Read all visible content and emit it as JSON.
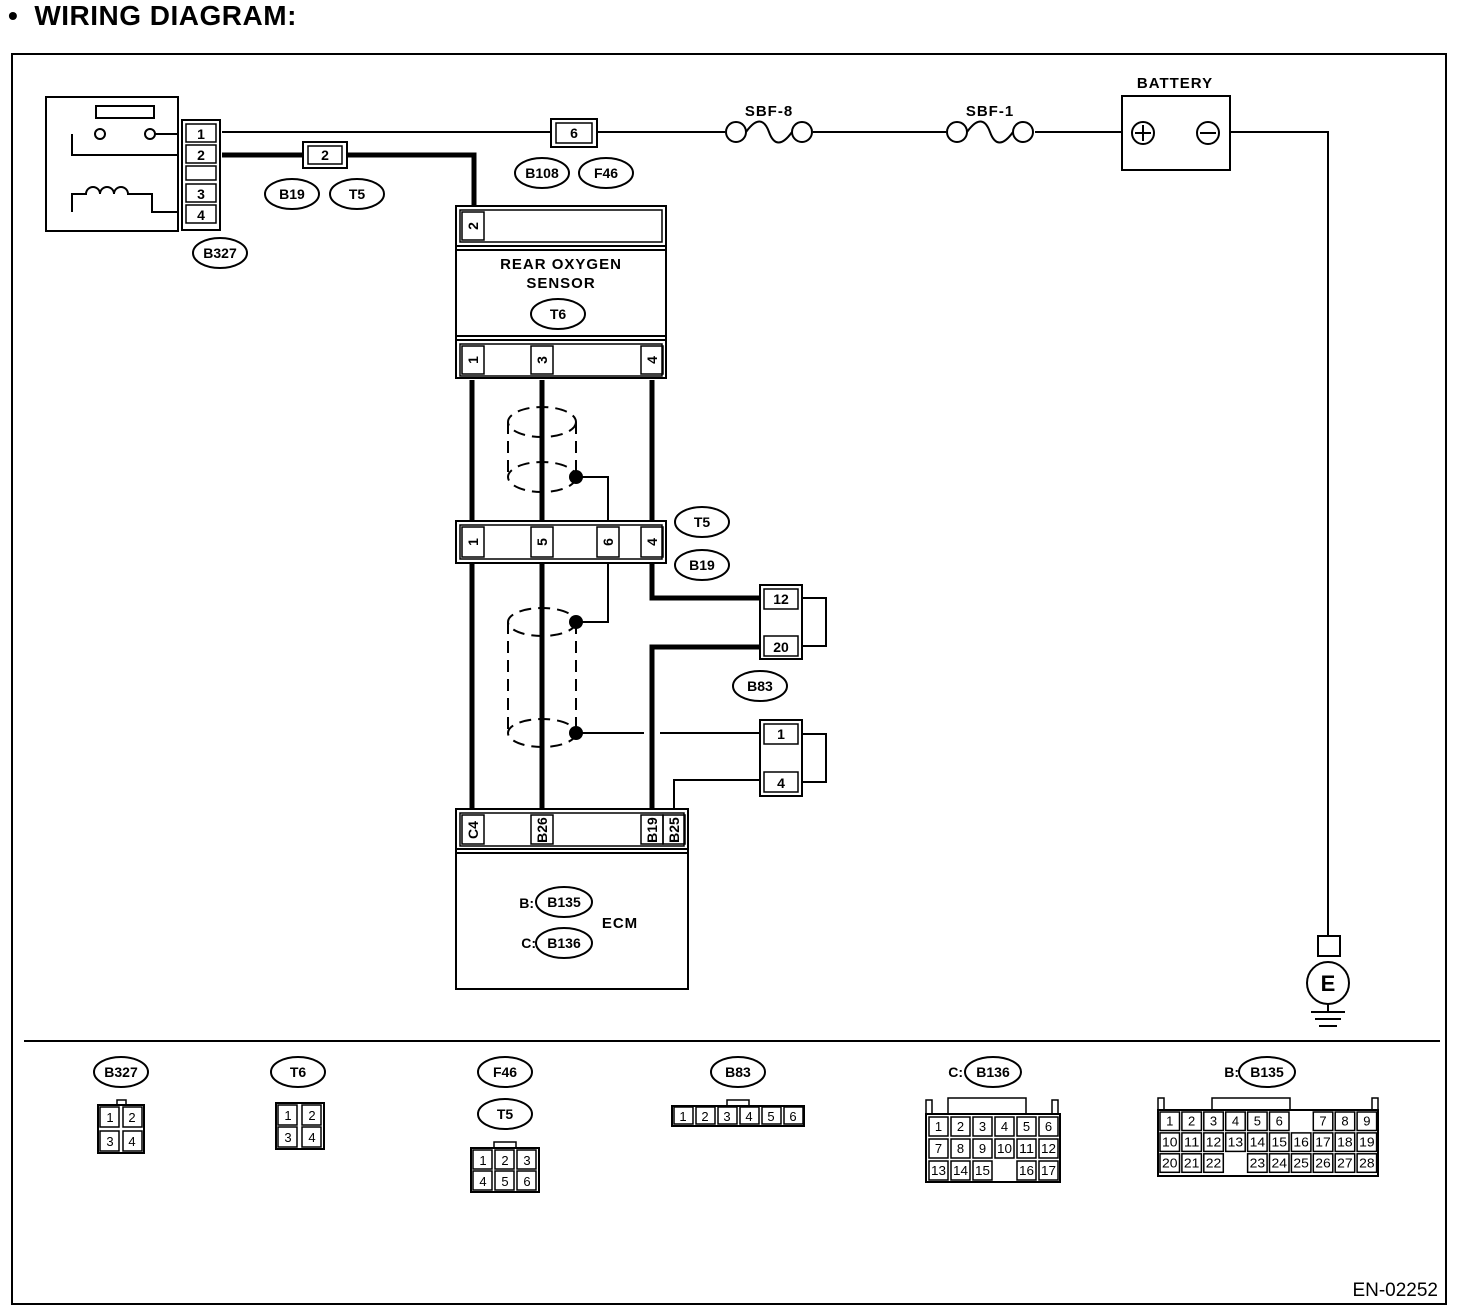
{
  "heading": {
    "bullet": "•",
    "title": "WIRING DIAGRAM:"
  },
  "figure_code": "EN-02252",
  "components": {
    "battery": "BATTERY",
    "fuse_1": "SBF-8",
    "fuse_2": "SBF-1",
    "sensor": [
      "REAR OXYGEN",
      "SENSOR"
    ],
    "ecm": "ECM",
    "ground": "E"
  },
  "connectors": {
    "relay": "B327",
    "relay_joint_a": "B19",
    "relay_joint_b": "T5",
    "fuse_joint_a": "B108",
    "fuse_joint_b": "F46",
    "sensor": "T6",
    "harness_a": "T5",
    "harness_b": "B19",
    "joint": "B83",
    "ecm_b": "B135",
    "ecm_c": "B136",
    "ecm_b_prefix": "B:",
    "ecm_c_prefix": "C:"
  },
  "pins": {
    "relay": [
      "1",
      "2",
      "3",
      "4"
    ],
    "relay_joint": "2",
    "fuse_joint": "6",
    "sensor_top": "2",
    "sensor_bottom": [
      "1",
      "3",
      "4"
    ],
    "harness": [
      "1",
      "5",
      "6",
      "4"
    ],
    "joint_upper": [
      "12",
      "20"
    ],
    "joint_lower": [
      "1",
      "4"
    ],
    "ecm": [
      "C4",
      "B26",
      "B19",
      "B25"
    ]
  },
  "legend": {
    "b327": {
      "name": "B327",
      "rows": [
        [
          "1",
          "2"
        ],
        [
          "3",
          "4"
        ]
      ]
    },
    "t6": {
      "name": "T6",
      "rows": [
        [
          "1",
          "2"
        ],
        [
          "3",
          "4"
        ]
      ]
    },
    "f46_t5": {
      "names": [
        "F46",
        "T5"
      ],
      "rows": [
        [
          "1",
          "2",
          "3"
        ],
        [
          "4",
          "5",
          "6"
        ]
      ]
    },
    "b83": {
      "name": "B83",
      "rows": [
        [
          "1",
          "2",
          "3",
          "4",
          "5",
          "6"
        ]
      ]
    },
    "b136": {
      "prefix": "C:",
      "name": "B136",
      "rows": [
        [
          "1",
          "2",
          "3",
          "4",
          "5",
          "6"
        ],
        [
          "7",
          "8",
          "9",
          "10",
          "11",
          "12"
        ],
        [
          "13",
          "14",
          "15",
          "",
          "16",
          "17"
        ]
      ]
    },
    "b135": {
      "prefix": "B:",
      "name": "B135",
      "rows": [
        [
          "1",
          "2",
          "3",
          "4",
          "5",
          "6",
          "",
          "7",
          "8",
          "9"
        ],
        [
          "10",
          "11",
          "12",
          "13",
          "14",
          "15",
          "16",
          "17",
          "18",
          "19"
        ],
        [
          "20",
          "21",
          "22",
          "",
          "23",
          "24",
          "25",
          "26",
          "27",
          "28"
        ]
      ]
    }
  }
}
